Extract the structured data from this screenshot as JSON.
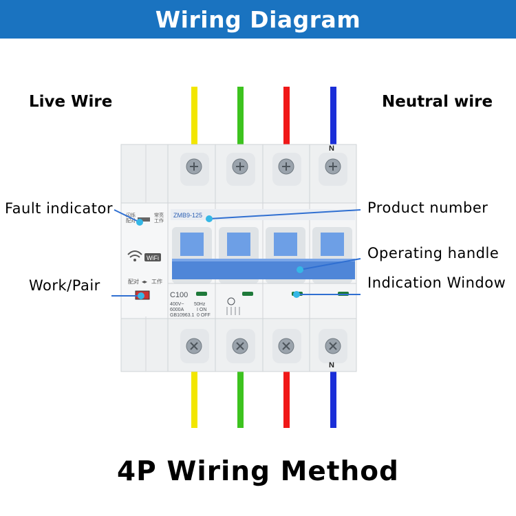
{
  "header": {
    "title": "Wiring Diagram"
  },
  "labels": {
    "live_wire": "Live Wire",
    "neutral_wire": "Neutral wire",
    "fault_indicator": "Fault indicator",
    "work_pair": "Work/Pair",
    "product_number": "Product number",
    "operating_handle": "Operating handle",
    "indication_window": "Indication Window"
  },
  "footer": {
    "title": "4P Wiring Method"
  },
  "device": {
    "model": "ZMB9-125",
    "rating": "C100",
    "voltage": "400V~",
    "frequency": "50Hz",
    "breaking_capacity": "6000A",
    "standard": "GB10963.1",
    "on_text": "I ON",
    "off_text": "0 OFF",
    "wifi_badge": "WiFi",
    "neutral_mark": "N",
    "pair_label": "配对",
    "work_label": "工作",
    "flash_label": "闪烁",
    "always_on_label": "常亮",
    "colors": {
      "wire_l1": "#f2e600",
      "wire_l2": "#3dc31f",
      "wire_l3": "#f01818",
      "wire_n": "#1a2ed8",
      "handle_blue": "#4f86d8",
      "header_blue": "#1a73c0",
      "callout_line": "#2f6fd1"
    }
  }
}
